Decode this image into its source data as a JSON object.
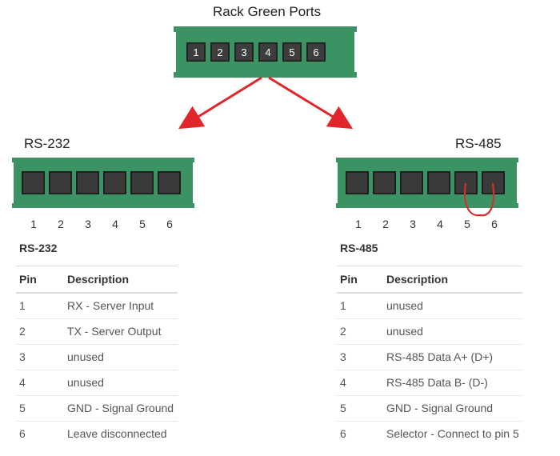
{
  "title": "Rack Green Ports",
  "top_connector": {
    "ports": [
      "1",
      "2",
      "3",
      "4",
      "5",
      "6"
    ]
  },
  "left": {
    "label": "RS-232",
    "pin_numbers": [
      "1",
      "2",
      "3",
      "4",
      "5",
      "6"
    ],
    "table": {
      "caption": "RS-232",
      "headers": [
        "Pin",
        "Description"
      ],
      "rows": [
        [
          "1",
          "RX - Server Input"
        ],
        [
          "2",
          "TX - Server Output"
        ],
        [
          "3",
          "unused"
        ],
        [
          "4",
          "unused"
        ],
        [
          "5",
          "GND - Signal Ground"
        ],
        [
          "6",
          "Leave disconnected"
        ]
      ]
    }
  },
  "right": {
    "label": "RS-485",
    "pin_numbers": [
      "1",
      "2",
      "3",
      "4",
      "5",
      "6"
    ],
    "table": {
      "caption": "RS-485",
      "headers": [
        "Pin",
        "Description"
      ],
      "rows": [
        [
          "1",
          "unused"
        ],
        [
          "2",
          "unused"
        ],
        [
          "3",
          "RS-485 Data A+ (D+)"
        ],
        [
          "4",
          "RS-485 Data B- (D-)"
        ],
        [
          "5",
          "GND - Signal Ground"
        ],
        [
          "6",
          "Selector - Connect to pin 5"
        ]
      ]
    }
  },
  "colors": {
    "connector_green": "#3b9262",
    "port_dark": "#3a3a3a",
    "arrow_red": "#e0262a",
    "jumper_red": "#d22f2f"
  }
}
